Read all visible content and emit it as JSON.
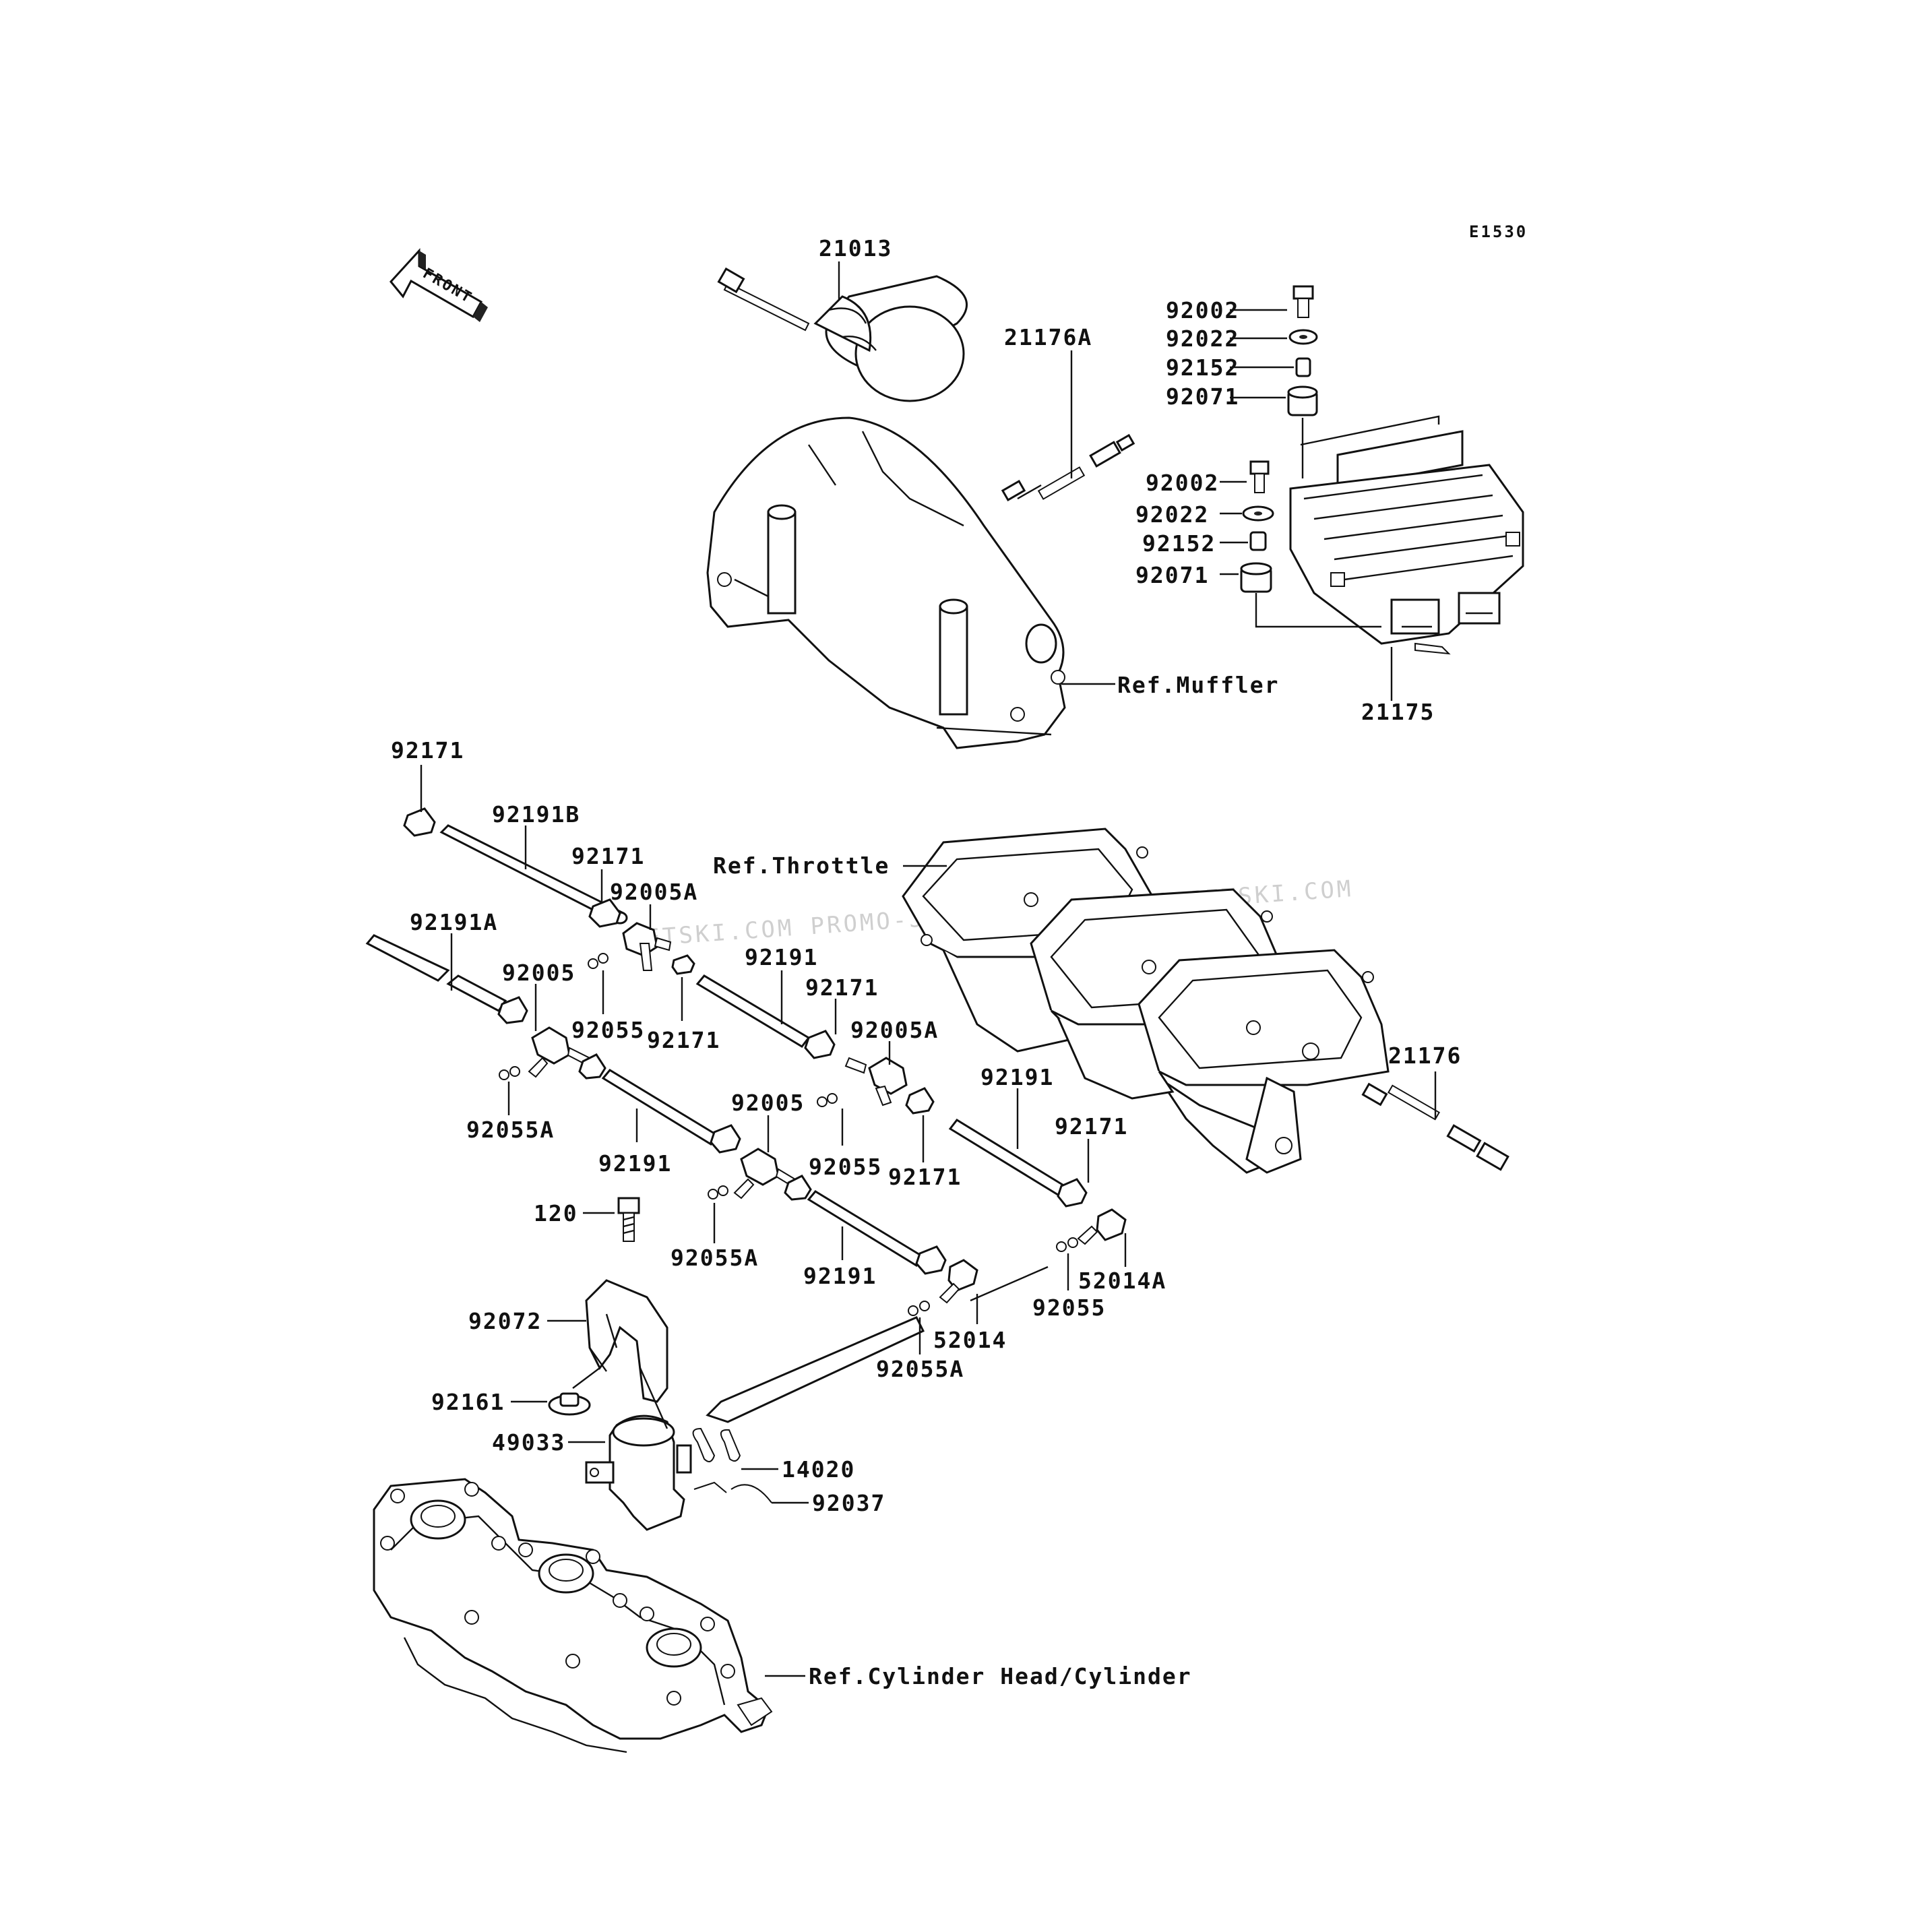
{
  "figure_code": "E1530",
  "front_arrow_label": "FRONT",
  "watermark": "JETSKI.COM PROMO-JETSKI.COM PROMO-JETSKI.COM",
  "part_labels": {
    "p21013": "21013",
    "p21176A": "21176A",
    "p92002_a": "92002",
    "p92022_a": "92022",
    "p92152_a": "92152",
    "p92071_a": "92071",
    "p92002_b": "92002",
    "p92022_b": "92022",
    "p92152_b": "92152",
    "p92071_b": "92071",
    "p21175": "21175",
    "p92171_a": "92171",
    "p92191B": "92191B",
    "p92171_b": "92171",
    "p92005A_a": "92005A",
    "p92191A": "92191A",
    "p92005_a": "92005",
    "p92055_a": "92055",
    "p92171_c": "92171",
    "p92191_a": "92191",
    "p92171_d": "92171",
    "p92005A_b": "92005A",
    "p92055A_a": "92055A",
    "p92191_b": "92191",
    "p92005_b": "92005",
    "p92055_b": "92055",
    "p92171_e": "92171",
    "p92191_c": "92191",
    "p92171_f": "92171",
    "p120": "120",
    "p92055A_b": "92055A",
    "p92191_d": "92191",
    "p52014A": "52014A",
    "p92072": "92072",
    "p52014": "52014",
    "p92055_c": "92055",
    "p92055A_c": "92055A",
    "p92161": "92161",
    "p49033": "49033",
    "p14020": "14020",
    "p92037": "92037",
    "p21176": "21176"
  },
  "reference_labels": {
    "muffler": "Ref.Muffler",
    "throttle": "Ref.Throttle",
    "cylinder": "Ref.Cylinder Head/Cylinder"
  }
}
